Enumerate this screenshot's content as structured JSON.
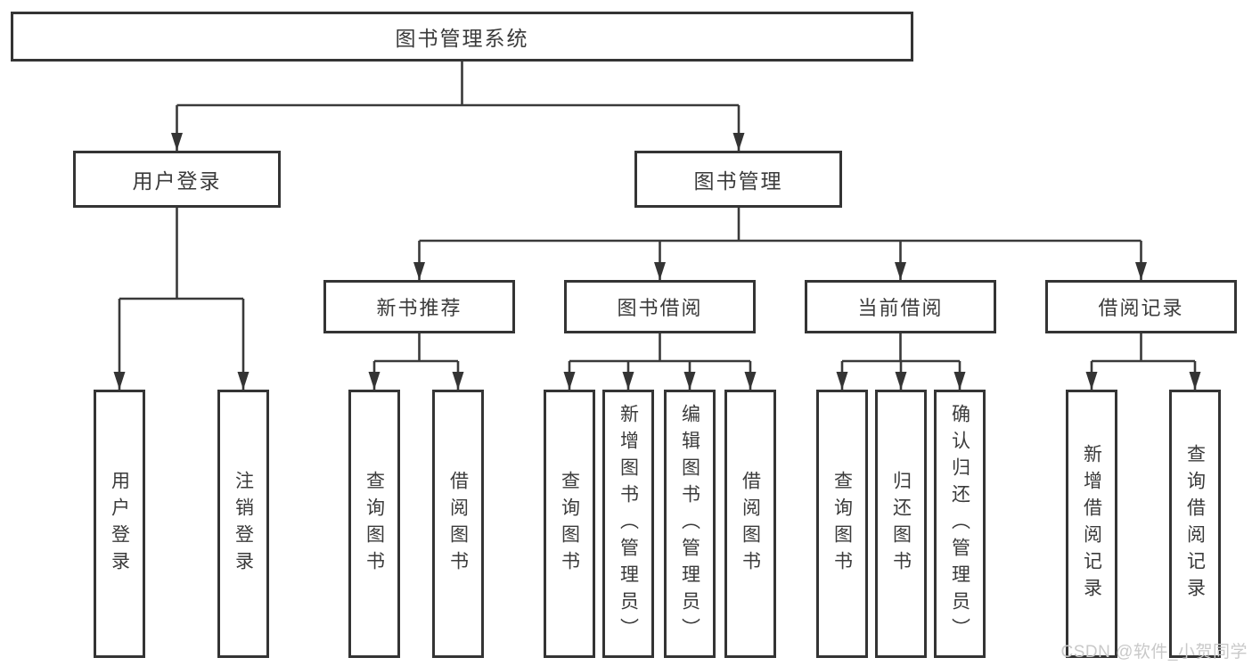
{
  "tree": {
    "label": "图书管理系统",
    "children": [
      {
        "label": "用户登录",
        "children": [
          {
            "label": "用户登录"
          },
          {
            "label": "注销登录"
          }
        ]
      },
      {
        "label": "图书管理",
        "children": [
          {
            "label": "新书推荐",
            "children": [
              {
                "label": "查询图书"
              },
              {
                "label": "借阅图书"
              }
            ]
          },
          {
            "label": "图书借阅",
            "children": [
              {
                "label": "查询图书"
              },
              {
                "label": "新增图书（管理员）"
              },
              {
                "label": "编辑图书（管理员）"
              },
              {
                "label": "借阅图书"
              }
            ]
          },
          {
            "label": "当前借阅",
            "children": [
              {
                "label": "查询图书"
              },
              {
                "label": "归还图书"
              },
              {
                "label": "确认归还（管理员）"
              }
            ]
          },
          {
            "label": "借阅记录",
            "children": [
              {
                "label": "新增借阅记录"
              },
              {
                "label": "查询借阅记录"
              }
            ]
          }
        ]
      }
    ]
  },
  "watermark": "CSDN @软件_小贺同学",
  "colors": {
    "line": "#3a3a3a",
    "box_border": "#343434",
    "text": "#3b3b3b",
    "watermark": "#c9c9c9",
    "background": "#ffffff"
  }
}
